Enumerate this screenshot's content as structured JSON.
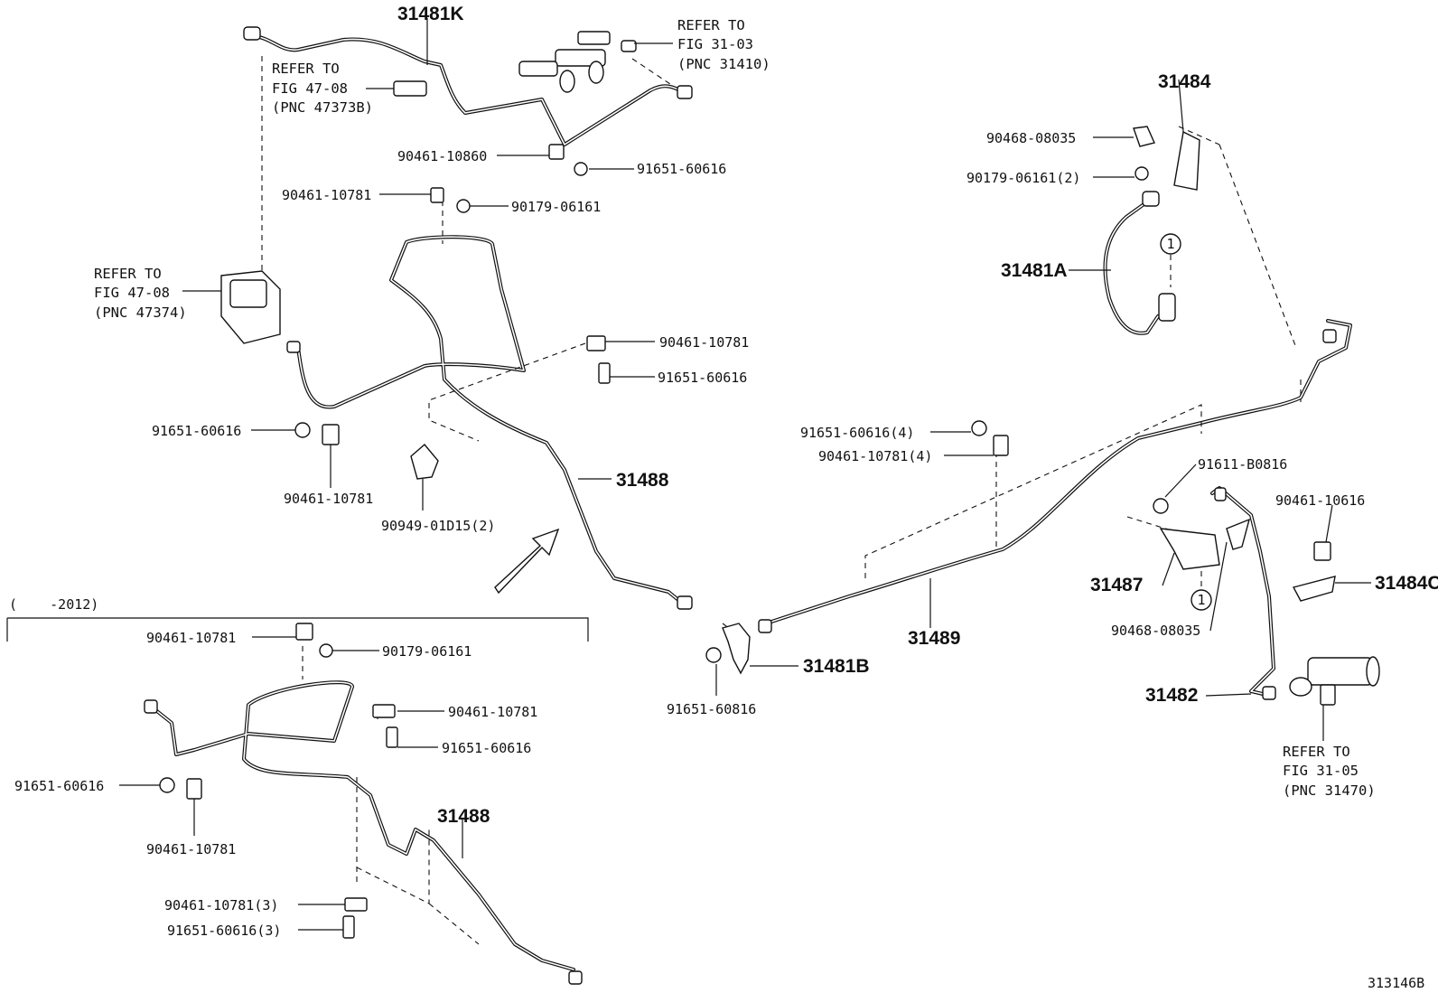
{
  "figure_id": "313146B",
  "callouts": {
    "c31481K": "31481K",
    "c31488_top": "31488",
    "c31488_bottom": "31488",
    "c31484": "31484",
    "c31481A": "31481A",
    "c31481B": "31481B",
    "c31489": "31489",
    "c31487": "31487",
    "c31484C": "31484C",
    "c31482": "31482"
  },
  "labels": {
    "l_90461_10860": "90461-10860",
    "l_91651_60616_a": "91651-60616",
    "l_90461_10781_a": "90461-10781",
    "l_90179_06161_a": "90179-06161",
    "l_90461_10781_b": "90461-10781",
    "l_91651_60616_b": "91651-60616",
    "l_91651_60616_c": "91651-60616",
    "l_90461_10781_c": "90461-10781",
    "l_90949_01D15": "90949-01D15(2)",
    "l_90468_08035_a": "90468-08035",
    "l_90179_06161_b": "90179-06161(2)",
    "l_91651_60616_4": "91651-60616(4)",
    "l_90461_10781_4": "90461-10781(4)",
    "l_91611_B0816": "91611-B0816",
    "l_90461_10616": "90461-10616",
    "l_90468_08035_b": "90468-08035",
    "l_91651_60816": "91651-60816",
    "l_90461_10781_d": "90461-10781",
    "l_90179_06161_c": "90179-06161",
    "l_90461_10781_e": "90461-10781",
    "l_91651_60616_d": "91651-60616",
    "l_91651_60616_e": "91651-60616",
    "l_90461_10781_f": "90461-10781",
    "l_90461_10781_3": "90461-10781(3)",
    "l_91651_60616_3": "91651-60616(3)"
  },
  "refs": {
    "ref_31_03": [
      "REFER TO",
      "FIG 31-03",
      "(PNC 31410)"
    ],
    "ref_47_08_a": [
      "REFER TO",
      "FIG 47-08",
      "(PNC 47373B)"
    ],
    "ref_47_08_b": [
      "REFER TO",
      "FIG 47-08",
      "(PNC 47374)"
    ],
    "ref_31_05": [
      "REFER TO",
      "FIG 31-05",
      "(PNC 31470)"
    ]
  },
  "markers": {
    "circle_1_top": "1",
    "circle_1_bottom": "1"
  },
  "range_note": "(    -2012)"
}
